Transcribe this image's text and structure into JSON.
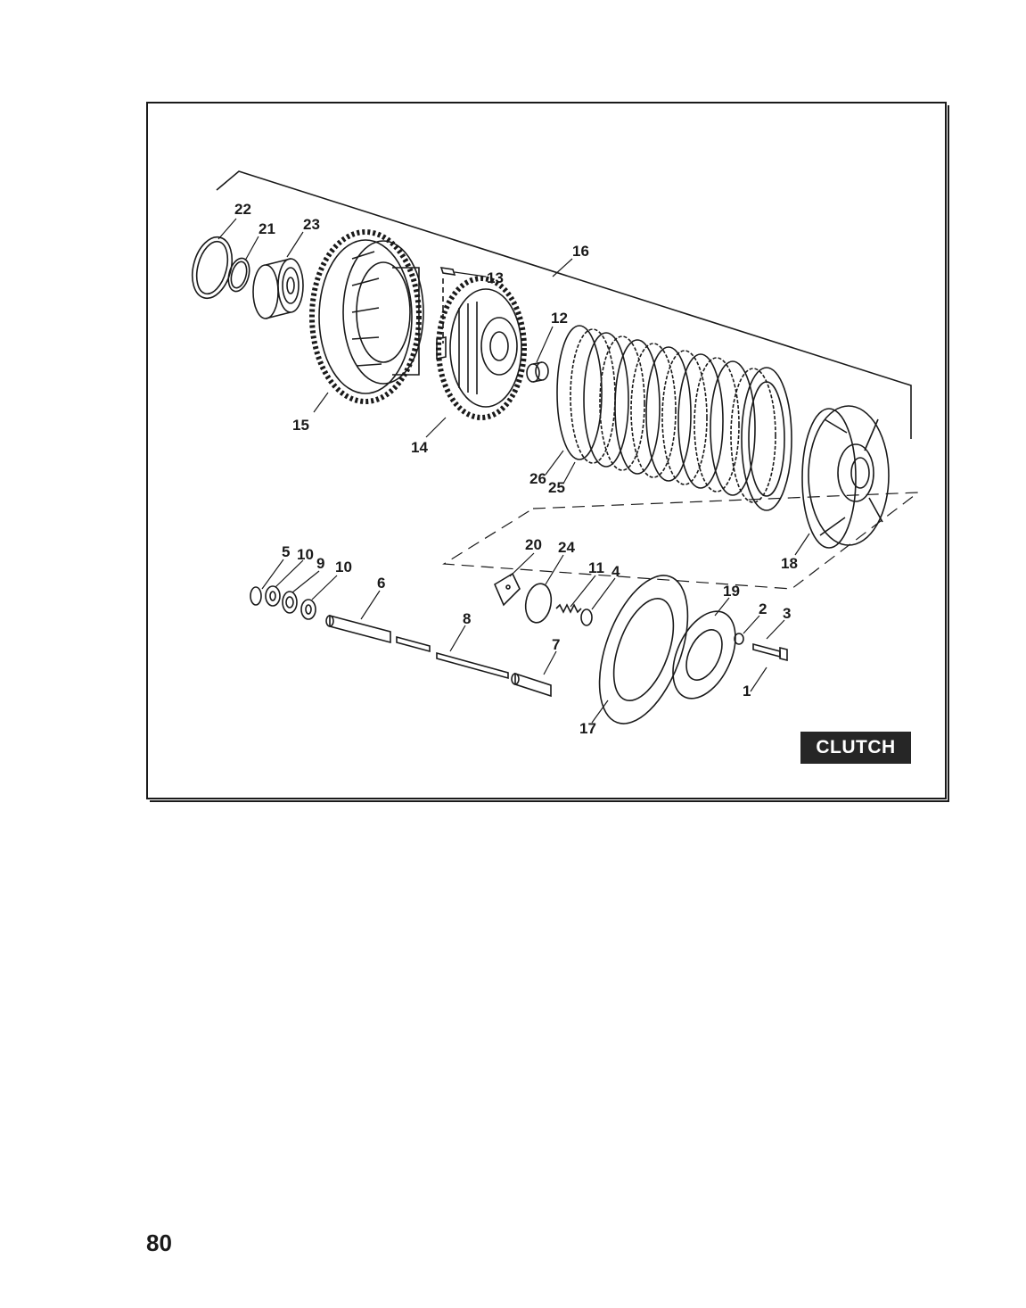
{
  "diagram": {
    "badge": "CLUTCH",
    "accent_color": "#262626",
    "callouts": [
      "22",
      "21",
      "23",
      "16",
      "13",
      "12",
      "15",
      "14",
      "26",
      "25",
      "18",
      "5",
      "10",
      "9",
      "10",
      "6",
      "20",
      "24",
      "11",
      "4",
      "19",
      "2",
      "3",
      "8",
      "7",
      "1",
      "17"
    ]
  },
  "page_number": "80"
}
